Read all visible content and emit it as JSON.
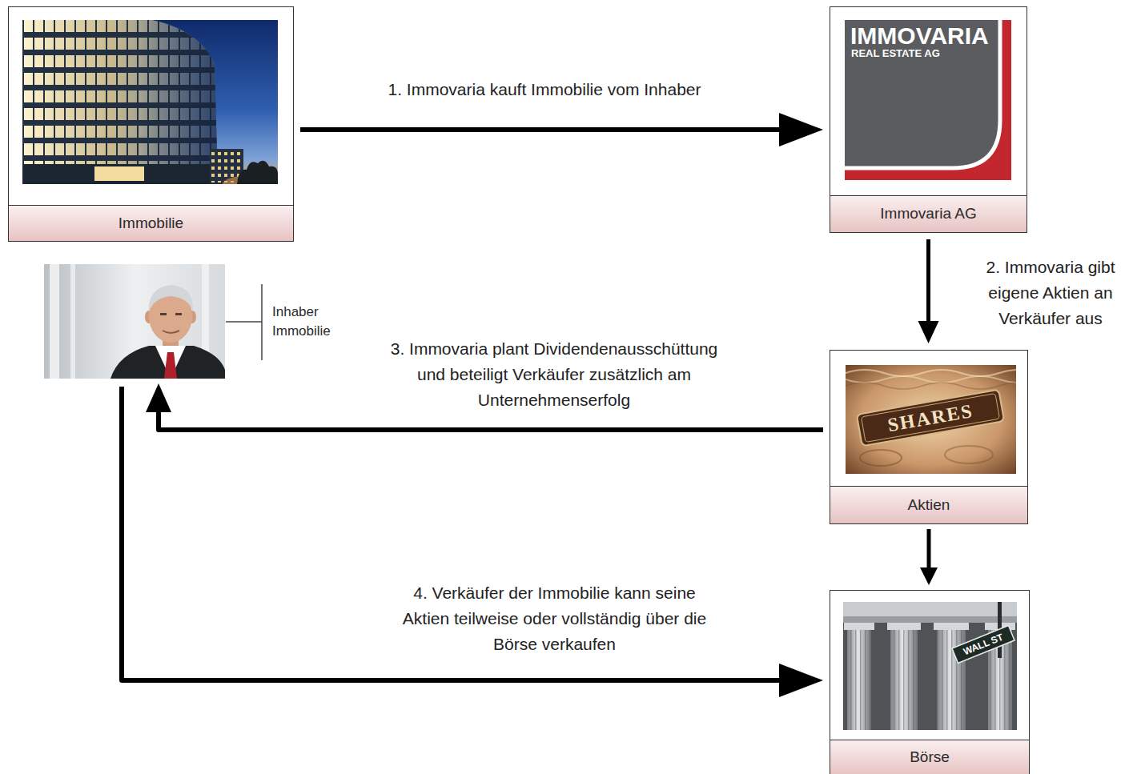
{
  "diagram": {
    "nodes": [
      {
        "text": [
          "Immobilie"
        ]
      },
      {
        "text": [
          "Immovaria AG"
        ]
      },
      {
        "text": [
          "Inhaber Immobilie"
        ]
      },
      {
        "text": [
          "Aktien"
        ]
      },
      {
        "text": [
          "Börse"
        ]
      }
    ],
    "edges": [
      {
        "from": 0,
        "to": 1,
        "arrow": "to",
        "label": "1. Immovaria kauft Immobilie vom Inhaber"
      },
      {
        "from": 1,
        "to": 3,
        "arrow": "to",
        "label": "2. Immovaria gibt eigene Aktien an Verkäufer aus"
      },
      {
        "from": 3,
        "to": 2,
        "arrow": "to",
        "label": "3. Immovaria plant Dividendenausschüttung und beteiligt Verkäufer zusätzlich am Unternehmenserfolg"
      },
      {
        "from": 3,
        "to": 4,
        "arrow": "to"
      },
      {
        "from": 2,
        "to": 4,
        "arrow": "to",
        "label": "4. Verkäufer der Immobilie kann seine Aktien teilweise oder vollständig über die Börse verkaufen"
      }
    ],
    "labels": [
      "IMMOVARIA",
      "REAL ESTATE AG",
      "SHARES",
      "WALL ST"
    ]
  }
}
